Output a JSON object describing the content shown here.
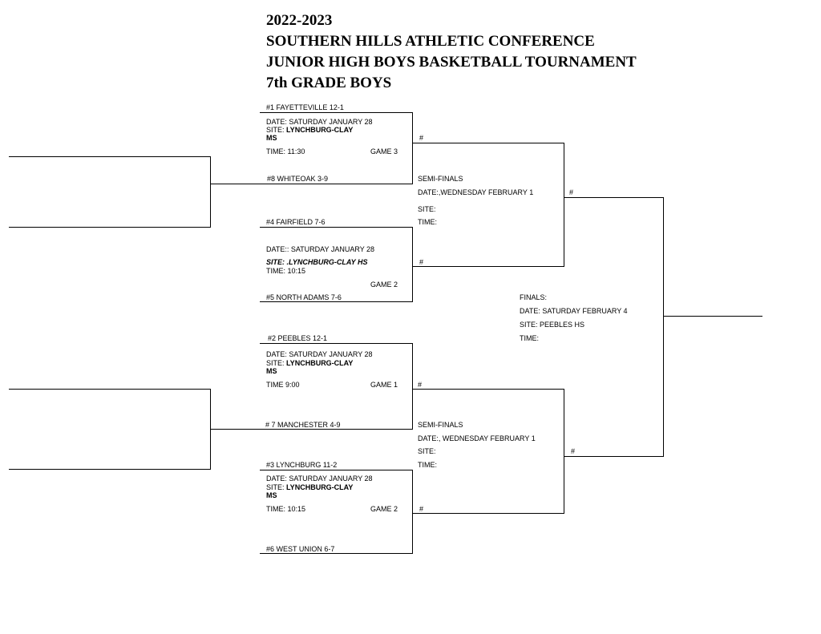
{
  "header": {
    "season": "2022-2023",
    "conference": "SOUTHERN HILLS ATHLETIC CONFERENCE",
    "tournament": "JUNIOR HIGH BOYS BASKETBALL TOURNAMENT",
    "division": "7th GRADE BOYS"
  },
  "round1": [
    {
      "top_team": "#1  FAYETTEVILLE   12-1",
      "date": "DATE: SATURDAY JANUARY 28",
      "site_label": "SITE: ",
      "site_value": "LYNCHBURG-CLAY",
      "site_value2": "MS",
      "time": "TIME:  11:30",
      "game": "GAME  3",
      "bottom_team": "#8  WHITEOAK     3-9",
      "winner_mark": "#"
    },
    {
      "top_team": "#4   FAIRFIELD   7-6",
      "date": "DATE:: SATURDAY JANUARY 28",
      "site": "SITE: .LYNCHBURG-CLAY HS",
      "time": "TIME: 10:15",
      "game": "GAME 2",
      "bottom_team": "#5  NORTH ADAMS  7-6",
      "winner_mark": "#"
    },
    {
      "top_team": "#2   PEEBLES     12-1",
      "date": "DATE: SATURDAY JANUARY 28",
      "site_label": "SITE: ",
      "site_value": "LYNCHBURG-CLAY",
      "site_value2": "MS",
      "time": "TIME 9:00",
      "game": "GAME  1",
      "bottom_team": "# 7  MANCHESTER 4-9",
      "winner_mark": "#"
    },
    {
      "top_team": "#3   LYNCHBURG  11-2",
      "date": "DATE: SATURDAY JANUARY 28",
      "site_label": "SITE: ",
      "site_value": "LYNCHBURG-CLAY",
      "site_value2": "MS",
      "time": "TIME: 10:15",
      "game": "GAME  2",
      "bottom_team": "#6  WEST UNION  6-7",
      "winner_mark": "#"
    }
  ],
  "semifinals": [
    {
      "label": "SEMI-FINALS",
      "date": "DATE:,WEDNESDAY  FEBRUARY 1",
      "site": "SITE:",
      "time": "TIME:",
      "winner_mark": "#"
    },
    {
      "label": "SEMI-FINALS",
      "date": "DATE:, WEDNESDAY FEBRUARY 1",
      "site": "SITE:",
      "time": "TIME:",
      "winner_mark": "#"
    }
  ],
  "finals": {
    "label": "FINALS:",
    "date": "DATE: SATURDAY FEBRUARY 4",
    "site": "SITE: PEEBLES HS",
    "time": "TIME:"
  }
}
